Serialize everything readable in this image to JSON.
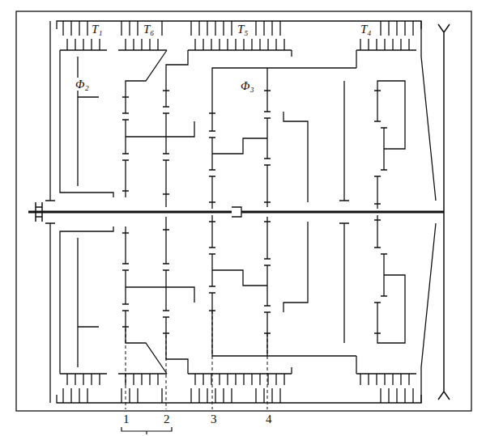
{
  "diagram": {
    "labels": [
      "T₁",
      "T₆",
      "T₅",
      "T₄",
      "Φ₂",
      "Φ₃",
      "1",
      "2",
      "3",
      "4"
    ]
  }
}
